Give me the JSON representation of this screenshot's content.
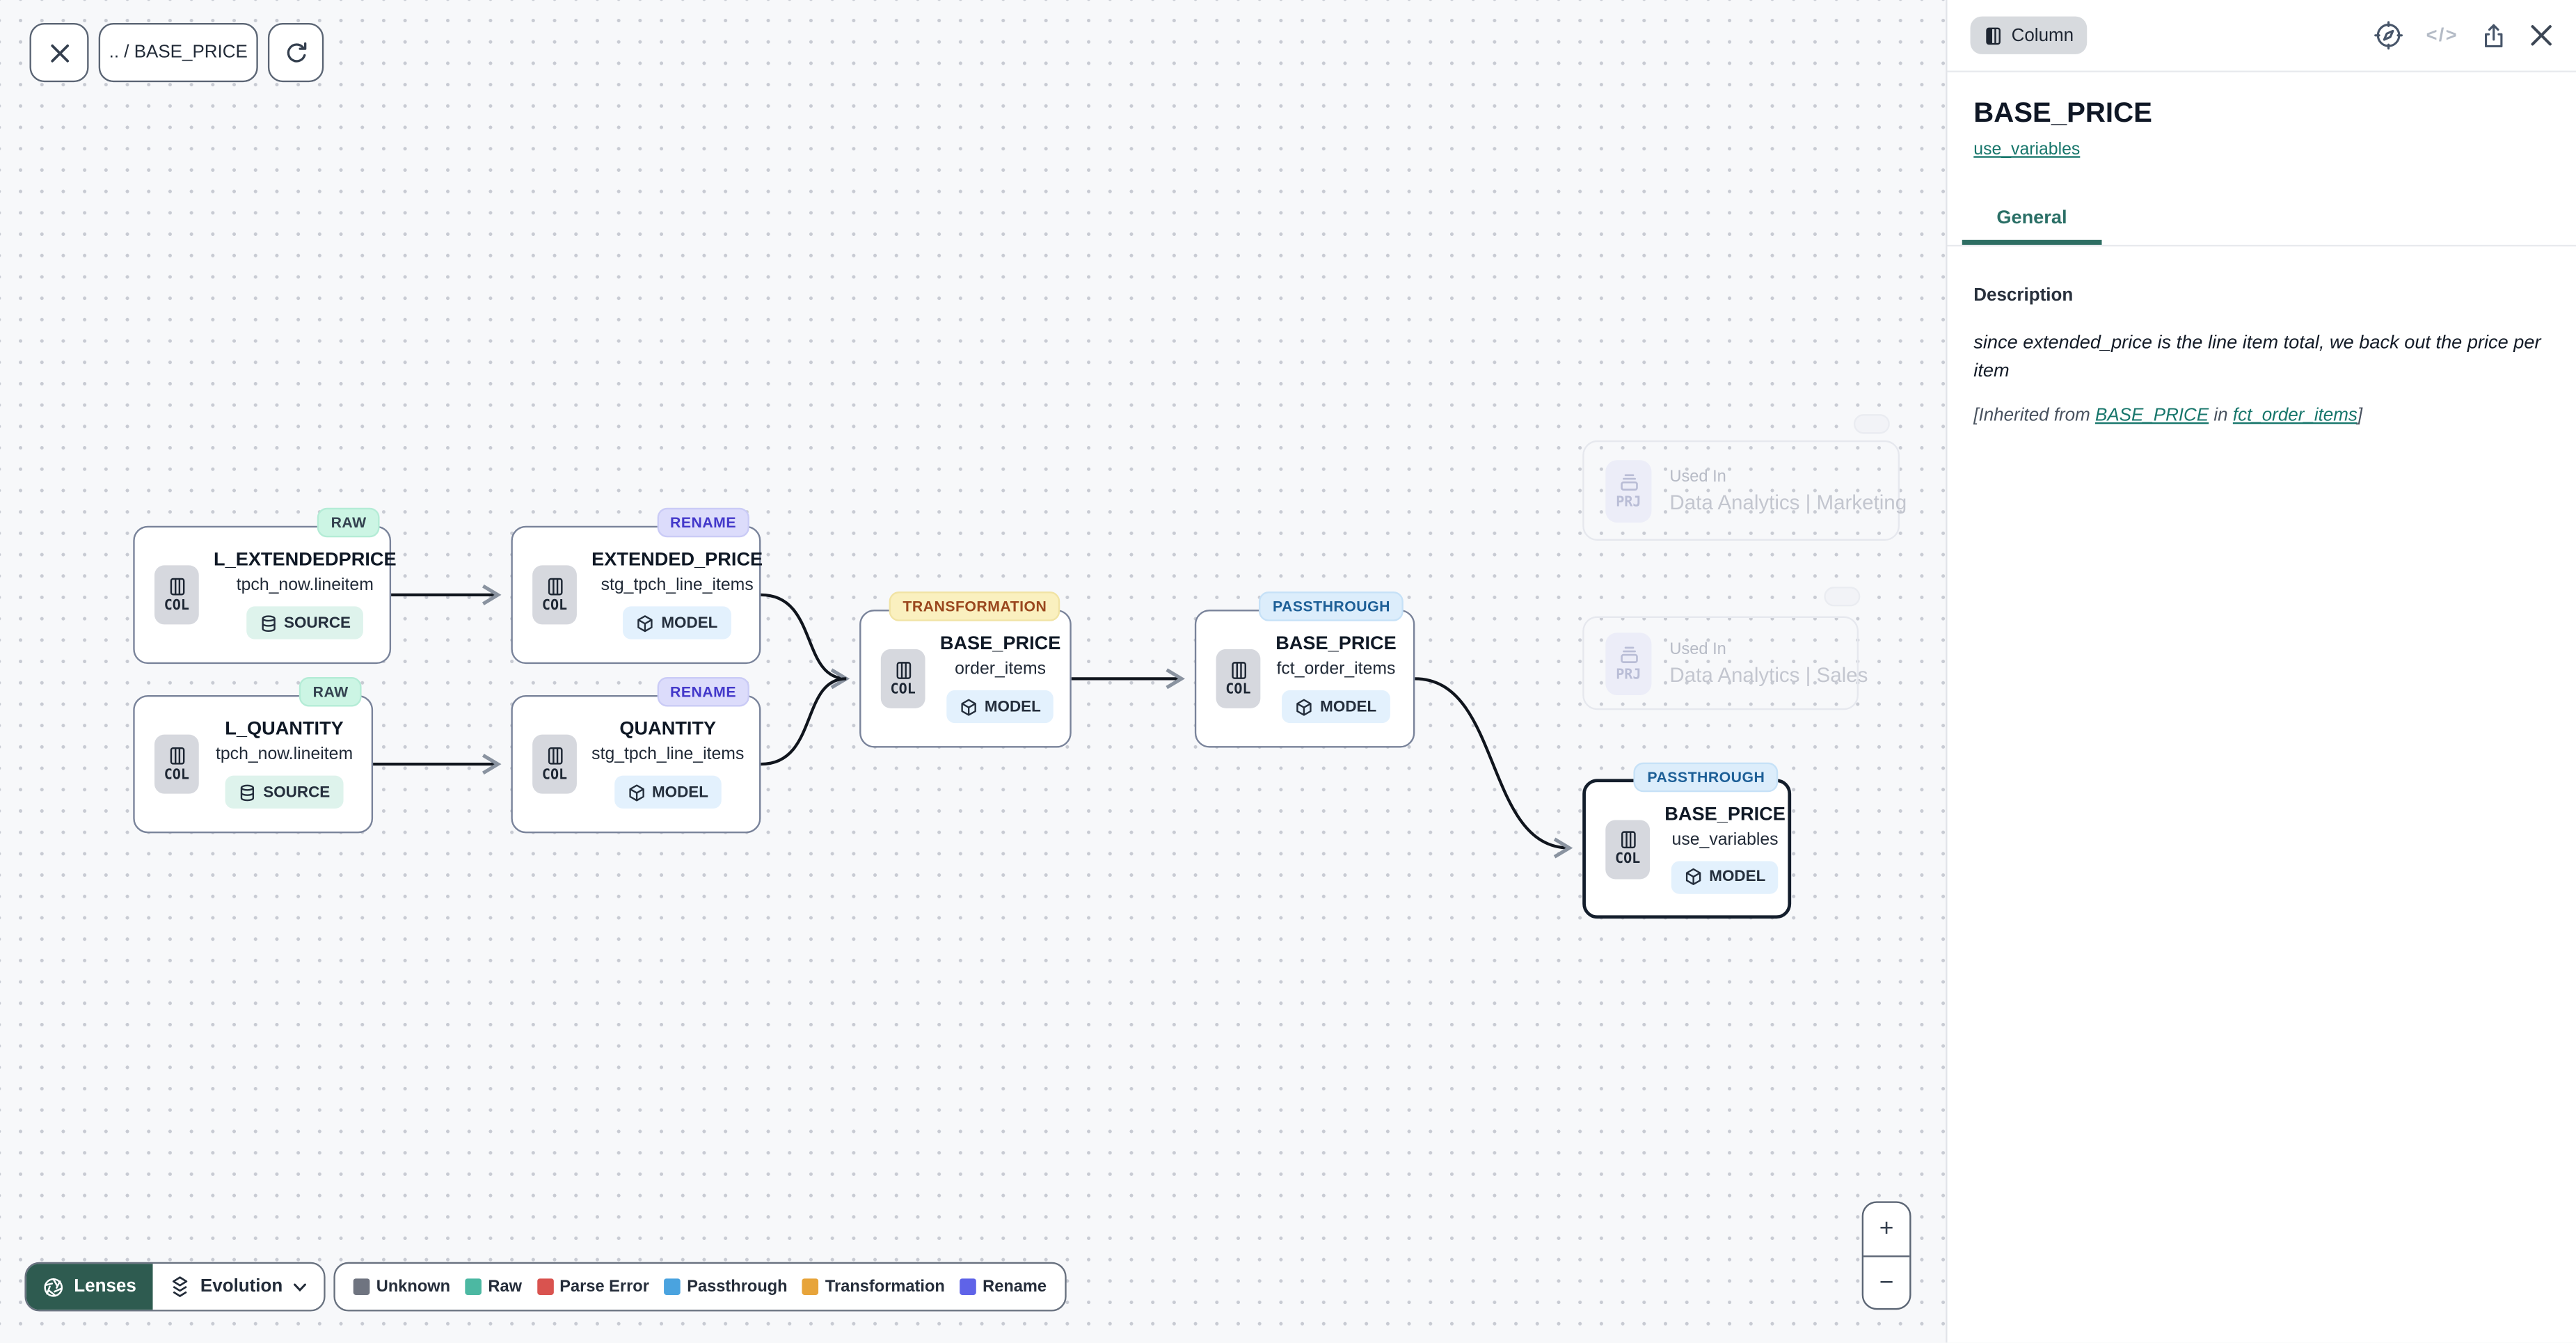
{
  "toolbar": {
    "breadcrumb": ".. / BASE_PRICE"
  },
  "nodes": [
    {
      "lens": "RAW",
      "title": "L_EXTENDEDPRICE",
      "subtitle": "tpch_now.lineitem",
      "type": "SOURCE",
      "icon_label": "COL"
    },
    {
      "lens": "RENAME",
      "title": "EXTENDED_PRICE",
      "subtitle": "stg_tpch_line_items",
      "type": "MODEL",
      "icon_label": "COL"
    },
    {
      "lens": "RAW",
      "title": "L_QUANTITY",
      "subtitle": "tpch_now.lineitem",
      "type": "SOURCE",
      "icon_label": "COL"
    },
    {
      "lens": "RENAME",
      "title": "QUANTITY",
      "subtitle": "stg_tpch_line_items",
      "type": "MODEL",
      "icon_label": "COL"
    },
    {
      "lens": "TRANSFORMATION",
      "title": "BASE_PRICE",
      "subtitle": "order_items",
      "type": "MODEL",
      "icon_label": "COL"
    },
    {
      "lens": "PASSTHROUGH",
      "title": "BASE_PRICE",
      "subtitle": "fct_order_items",
      "type": "MODEL",
      "icon_label": "COL"
    },
    {
      "lens": "PASSTHROUGH",
      "title": "BASE_PRICE",
      "subtitle": "use_variables",
      "type": "MODEL",
      "icon_label": "COL"
    }
  ],
  "used_in": [
    {
      "label": "Used In",
      "name": "Data Analytics | Marketing",
      "icon_label": "PRJ"
    },
    {
      "label": "Used In",
      "name": "Data Analytics | Sales",
      "icon_label": "PRJ"
    }
  ],
  "lenses": {
    "button": "Lenses",
    "mode": "Evolution"
  },
  "legend": [
    {
      "label": "Unknown",
      "color": "#6f7480"
    },
    {
      "label": "Raw",
      "color": "#4cb8a2"
    },
    {
      "label": "Parse Error",
      "color": "#d9534f"
    },
    {
      "label": "Passthrough",
      "color": "#4aa3df"
    },
    {
      "label": "Transformation",
      "color": "#e7a43a"
    },
    {
      "label": "Rename",
      "color": "#5f63e8"
    }
  ],
  "zoom_controls": {
    "zoom_in": "+",
    "zoom_out": "−"
  },
  "panel": {
    "type_badge": "Column",
    "title": "BASE_PRICE",
    "subtitle_link": "use_variables",
    "tab": "General",
    "section_heading": "Description",
    "description": "since extended_price is the line item total, we back out the price per item",
    "inherited": {
      "prefix": "[Inherited from ",
      "link1": "BASE_PRICE",
      "mid": " in ",
      "link2": "fct_order_items",
      "suffix": "]"
    }
  },
  "colors": {
    "accent_teal": "#17766b",
    "selection": "#141e2c"
  }
}
